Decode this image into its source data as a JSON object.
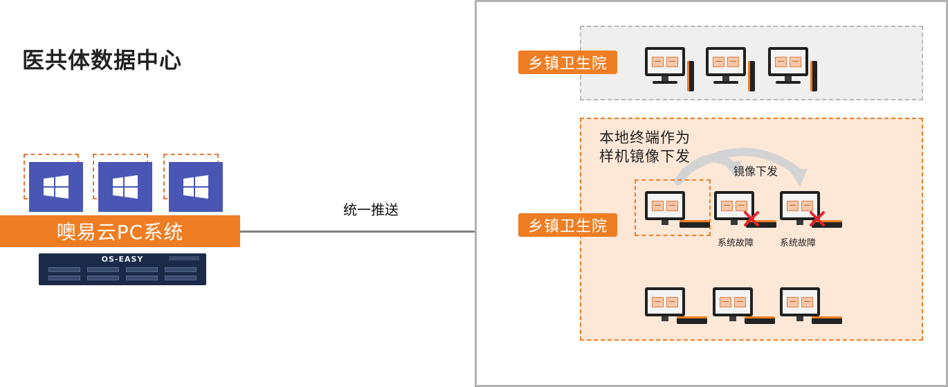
{
  "left": {
    "title": "医共体数据中心",
    "system_label": "噢易云PC系统",
    "server_logo": "OS-EASY",
    "vm_icon": "windows-logo-icon"
  },
  "connector": {
    "label": "统一推送"
  },
  "right": {
    "top_group": {
      "tag": "乡镇卫生院",
      "terminal_icon": "desktop-tower-icon"
    },
    "bottom_group": {
      "tag": "乡镇卫生院",
      "sample_note_line1": "本地终端作为",
      "sample_note_line2": "样机镜像下发",
      "mirror_label": "镜像下发",
      "fault_labels": [
        "系统故障",
        "系统故障"
      ],
      "fault_icon": "red-x-icon",
      "terminal_icon": "thin-client-icon"
    }
  },
  "colors": {
    "accent": "#ef7d23",
    "vm_blue": "#4a56b4",
    "server": "#1c2a4a",
    "fault": "#e0262c"
  }
}
